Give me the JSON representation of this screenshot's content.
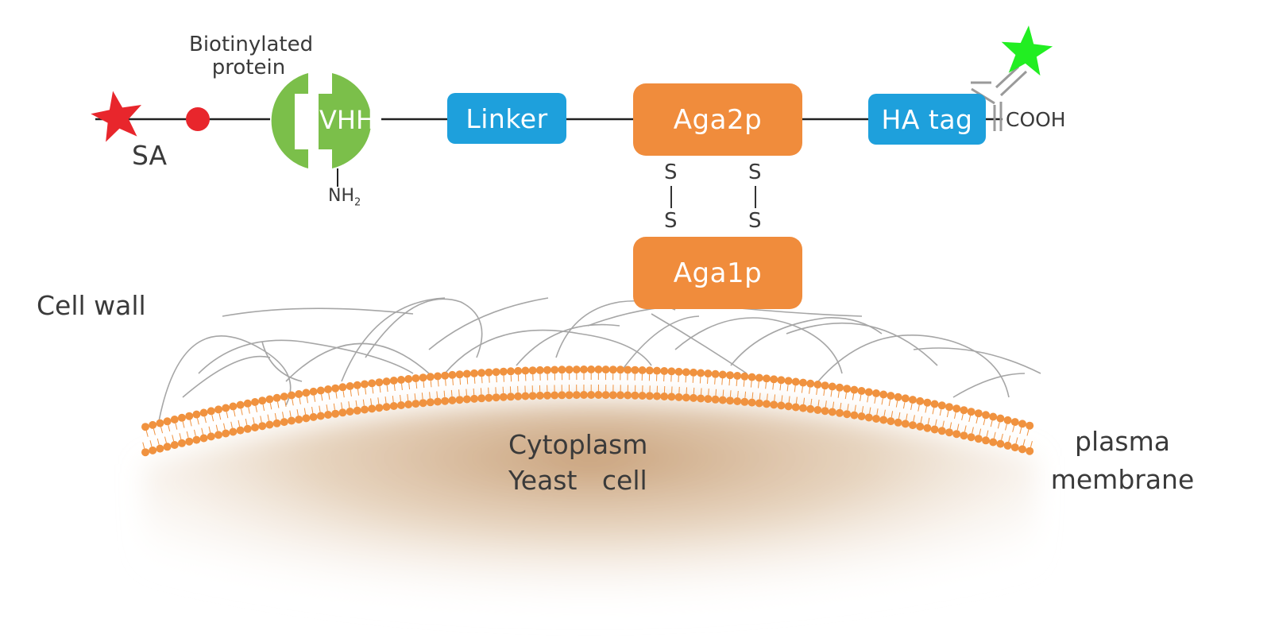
{
  "labels": {
    "biotinylated": "Biotinylated protein",
    "sa": "SA",
    "vhh": "VHH",
    "nh2": "NH",
    "nh2_sub": "2",
    "linker": "Linker",
    "aga2p": "Aga2p",
    "aga1p": "Aga1p",
    "ha_tag": "HA tag",
    "cooh": "COOH",
    "s": "S",
    "cell_wall": "Cell wall",
    "cytoplasm": "Cytoplasm",
    "yeast_cell": "Yeast   cell",
    "plasma_membrane": "plasma membrane"
  },
  "colors": {
    "red_star": "#e8262c",
    "yellow_moon": "#fff200",
    "red_dot": "#e8262c",
    "vhh_green": "#7bbf4a",
    "linker_blue": "#1ea0dc",
    "aga_orange": "#f08c3c",
    "lipid_orange": "#f0923f",
    "green_star": "#22ee22",
    "cytoplasm": "#c8a27a",
    "fiber_gray": "#a6a6a6"
  },
  "icons": {
    "fluorophore": "star-icon",
    "streptavidin": "crescent-icon",
    "biotin": "dot-icon",
    "antibody": "antibody-icon"
  }
}
